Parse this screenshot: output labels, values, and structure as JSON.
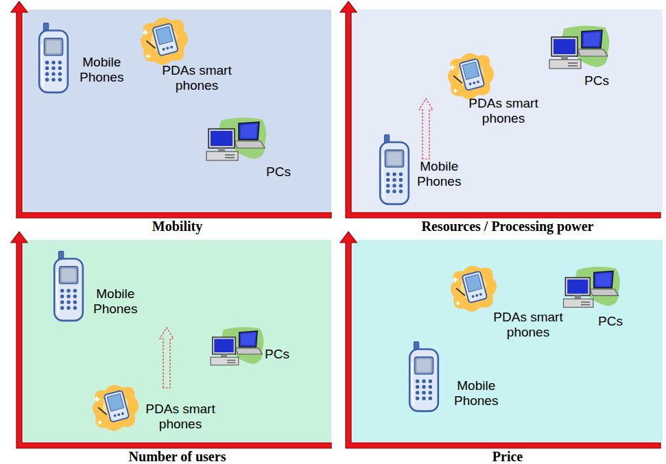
{
  "diagram": {
    "nodes": [
      {
        "text": [
          "Mobility"
        ]
      },
      {
        "text": [
          "Resources / Processing power"
        ]
      },
      {
        "text": [
          "Number of users"
        ]
      },
      {
        "text": [
          "Price"
        ]
      }
    ],
    "labels": [
      "Mobile Phones",
      "PDAs smart phones",
      "PCs",
      "PCs",
      "PDAs smart phones",
      "Mobile Phones",
      "Mobile Phones",
      "PCs",
      "PDAs smart phones",
      "PDAs smart phones",
      "PCs",
      "Mobile Phones"
    ]
  }
}
